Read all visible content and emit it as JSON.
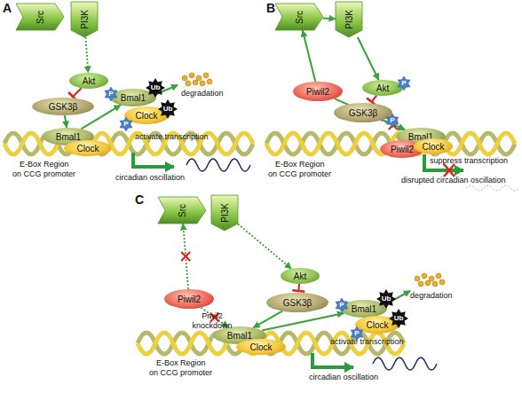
{
  "diagram": {
    "nodes": [
      {
        "text": [
          "Src"
        ]
      },
      {
        "text": [
          "PI3K"
        ]
      },
      {
        "text": [
          "Akt"
        ]
      },
      {
        "text": [
          "GSK3β"
        ]
      },
      {
        "text": [
          "Bmal1"
        ]
      },
      {
        "text": [
          "P"
        ]
      },
      {
        "text": [
          "Ub"
        ]
      },
      {
        "text": [
          "Clock"
        ]
      },
      {
        "text": [
          "Ub"
        ]
      },
      {
        "text": [
          "P"
        ]
      },
      {
        "text": [
          "Bmal1"
        ]
      },
      {
        "text": [
          "Clock"
        ]
      },
      {
        "text": [
          "Src"
        ]
      },
      {
        "text": [
          "PI3K"
        ]
      },
      {
        "text": [
          "Akt"
        ]
      },
      {
        "text": [
          "P"
        ]
      },
      {
        "text": [
          "GSK3β"
        ]
      },
      {
        "text": [
          "P"
        ]
      },
      {
        "text": [
          "Piwil2"
        ]
      },
      {
        "text": [
          "Bmal1"
        ]
      },
      {
        "text": [
          "Piwil2"
        ]
      },
      {
        "text": [
          "Clock"
        ]
      },
      {
        "text": [
          "Src"
        ]
      },
      {
        "text": [
          "PI3K"
        ]
      },
      {
        "text": [
          "Akt"
        ]
      },
      {
        "text": [
          "GSK3β"
        ]
      },
      {
        "text": [
          "Piwil2"
        ]
      },
      {
        "text": [
          "Bmal1"
        ]
      },
      {
        "text": [
          "P"
        ]
      },
      {
        "text": [
          "Ub"
        ]
      },
      {
        "text": [
          "Clock"
        ]
      },
      {
        "text": [
          "Ub"
        ]
      },
      {
        "text": [
          "P"
        ]
      },
      {
        "text": [
          "Bmal1"
        ]
      },
      {
        "text": [
          "Clock"
        ]
      }
    ],
    "edges": [
      {
        "from": 1,
        "to": 2,
        "arrow": "to"
      },
      {
        "from": 2,
        "to": 3,
        "arrow": "to"
      },
      {
        "from": 3,
        "to": 10,
        "arrow": "to"
      },
      {
        "from": 10,
        "to": 4,
        "arrow": "to"
      },
      {
        "from": 12,
        "to": 13,
        "arrow": "to"
      },
      {
        "from": 13,
        "to": 14,
        "arrow": "to"
      },
      {
        "from": 14,
        "to": 16,
        "arrow": "to"
      },
      {
        "from": 18,
        "to": 12,
        "arrow": "to"
      },
      {
        "from": 18,
        "to": 19,
        "arrow": "to"
      },
      {
        "from": 16,
        "to": 19,
        "arrow": "to"
      },
      {
        "from": 26,
        "to": 22,
        "arrow": "to"
      },
      {
        "from": 23,
        "to": 24,
        "arrow": "to"
      },
      {
        "from": 24,
        "to": 25,
        "arrow": "to"
      },
      {
        "from": 25,
        "to": 33,
        "arrow": "to"
      },
      {
        "from": 26,
        "to": 33,
        "arrow": "to"
      },
      {
        "from": 33,
        "to": 27,
        "arrow": "to"
      }
    ],
    "labels": [
      "A",
      "degradation",
      "activate transcription",
      "E-Box Region on CCG promoter",
      "circadian oscillation",
      "B",
      "E-Box Region on CCG promoter",
      "suppress transcription",
      "disrupted circadian oscillation",
      "C",
      "Piwil2 knockdown",
      "degradation",
      "activate transcription",
      "E-Box Region on CCG promoter",
      "circadian oscillation"
    ]
  }
}
